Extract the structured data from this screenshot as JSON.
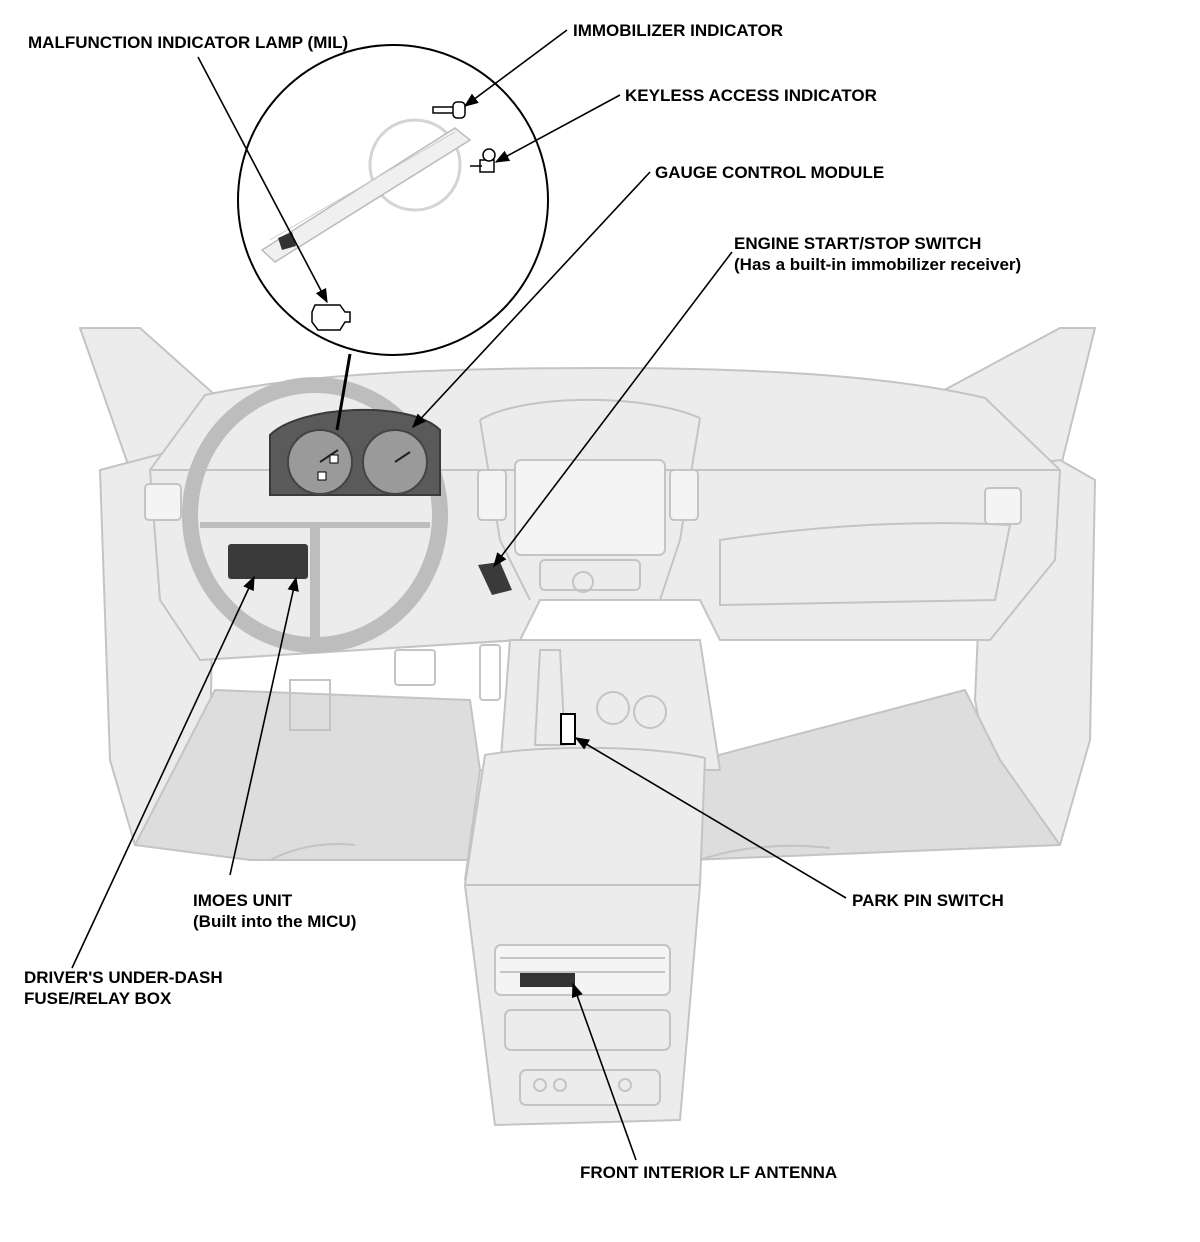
{
  "labels": {
    "mil": "MALFUNCTION INDICATOR LAMP (MIL)",
    "immobilizer_indicator": "IMMOBILIZER INDICATOR",
    "keyless_access_indicator": "KEYLESS ACCESS INDICATOR",
    "gauge_control_module": "GAUGE CONTROL MODULE",
    "engine_start_stop_switch": {
      "line1": "ENGINE START/STOP SWITCH",
      "line2": "(Has a built-in immobilizer receiver)"
    },
    "imoes_unit": {
      "line1": "IMOES UNIT",
      "line2": "(Built into the MICU)"
    },
    "park_pin_switch": "PARK PIN SWITCH",
    "under_dash_fuse_box": {
      "line1": "DRIVER'S UNDER-DASH",
      "line2": "FUSE/RELAY BOX"
    },
    "front_interior_lf_antenna": "FRONT INTERIOR LF ANTENNA"
  },
  "colors": {
    "line": "#000000",
    "interior_fill": "#ececec",
    "interior_stroke": "#c4c4c4",
    "floor_fill": "#dddddd",
    "component_dark": "#3a3a3a"
  }
}
